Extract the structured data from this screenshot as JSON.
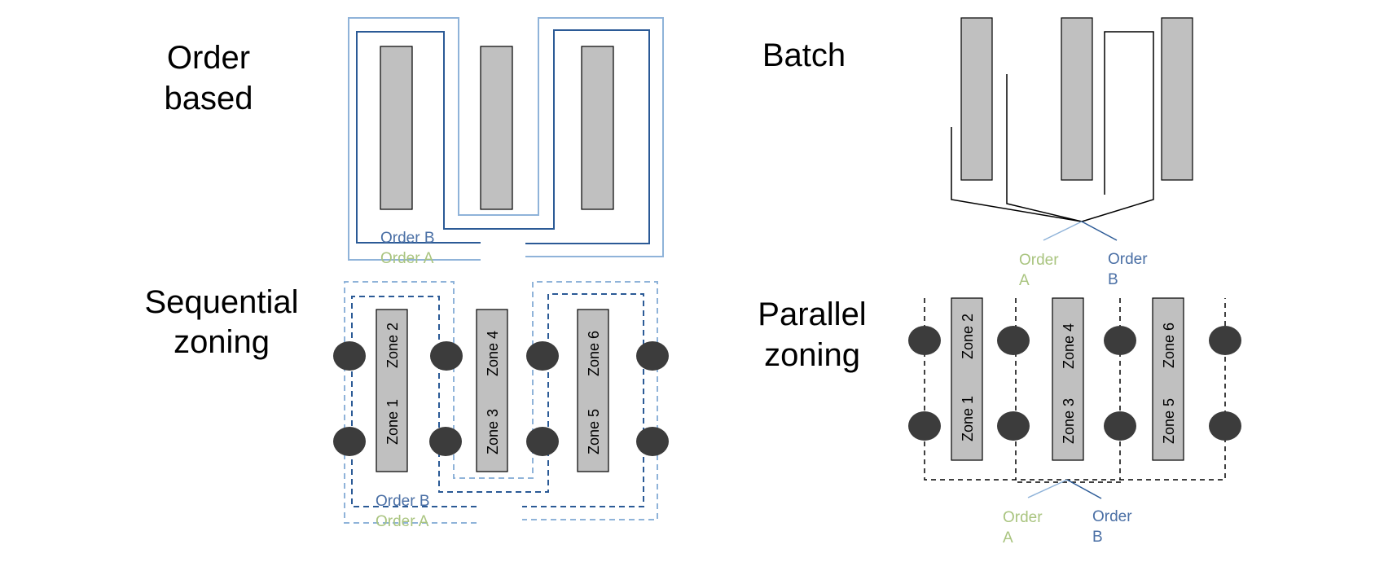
{
  "colors": {
    "order_a": "#a9c47f",
    "order_b": "#4a6fa5",
    "route_light": "#8fb3d9",
    "route_dark": "#2b5a96",
    "shelf_fill": "#c0c0c0",
    "picker": "#3c3c3c",
    "line": "#000000"
  },
  "panels": {
    "order_based": {
      "title_line1": "Order",
      "title_line2": "based",
      "order_b_label": "Order B",
      "order_a_label": "Order A"
    },
    "batch": {
      "title": "Batch",
      "order_a_line1": "Order",
      "order_a_line2": "A",
      "order_b_line1": "Order",
      "order_b_line2": "B"
    },
    "sequential_zoning": {
      "title_line1": "Sequential",
      "title_line2": "zoning",
      "order_b_label": "Order B",
      "order_a_label": "Order A",
      "zones": [
        "Zone 2",
        "Zone 1",
        "Zone 4",
        "Zone 3",
        "Zone 6",
        "Zone 5"
      ],
      "picker_icon": "picker-dot-icon"
    },
    "parallel_zoning": {
      "title_line1": "Parallel",
      "title_line2": "zoning",
      "order_a_line1": "Order",
      "order_a_line2": "A",
      "order_b_line1": "Order",
      "order_b_line2": "B",
      "zones": [
        "Zone 2",
        "Zone 1",
        "Zone 4",
        "Zone 3",
        "Zone 6",
        "Zone 5"
      ],
      "picker_icon": "picker-dot-icon"
    }
  }
}
